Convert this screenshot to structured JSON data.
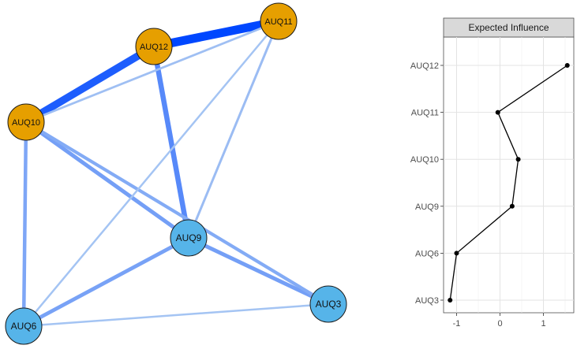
{
  "chart_data": [
    {
      "type": "network",
      "nodes": [
        {
          "id": "AUQ12",
          "label": "AUQ12",
          "group": "orange"
        },
        {
          "id": "AUQ11",
          "label": "AUQ11",
          "group": "orange"
        },
        {
          "id": "AUQ10",
          "label": "AUQ10",
          "group": "orange"
        },
        {
          "id": "AUQ9",
          "label": "AUQ9",
          "group": "blue"
        },
        {
          "id": "AUQ3",
          "label": "AUQ3",
          "group": "blue"
        },
        {
          "id": "AUQ6",
          "label": "AUQ6",
          "group": "blue"
        }
      ],
      "edges": [
        {
          "source": "AUQ12",
          "target": "AUQ11",
          "weight": 1.0
        },
        {
          "source": "AUQ12",
          "target": "AUQ10",
          "weight": 0.85
        },
        {
          "source": "AUQ12",
          "target": "AUQ9",
          "weight": 0.55
        },
        {
          "source": "AUQ10",
          "target": "AUQ9",
          "weight": 0.4
        },
        {
          "source": "AUQ9",
          "target": "AUQ3",
          "weight": 0.4
        },
        {
          "source": "AUQ9",
          "target": "AUQ6",
          "weight": 0.38
        },
        {
          "source": "AUQ10",
          "target": "AUQ6",
          "weight": 0.35
        },
        {
          "source": "AUQ10",
          "target": "AUQ3",
          "weight": 0.32
        },
        {
          "source": "AUQ11",
          "target": "AUQ9",
          "weight": 0.2
        },
        {
          "source": "AUQ11",
          "target": "AUQ6",
          "weight": 0.15
        },
        {
          "source": "AUQ10",
          "target": "AUQ11",
          "weight": 0.18
        },
        {
          "source": "AUQ6",
          "target": "AUQ3",
          "weight": 0.15
        }
      ],
      "colors": {
        "orange": "#E69F00",
        "blue": "#56B4E9",
        "edge_strong": "#0047ff",
        "edge_weak": "#aecbf2"
      }
    },
    {
      "type": "line",
      "title": "Expected Influence",
      "categories": [
        "AUQ3",
        "AUQ6",
        "AUQ9",
        "AUQ10",
        "AUQ11",
        "AUQ12"
      ],
      "values": [
        -1.15,
        -1.0,
        0.28,
        0.42,
        -0.05,
        1.55
      ],
      "xlim": [
        -1.3,
        1.7
      ],
      "xticks": [
        "-1",
        "0",
        "1"
      ],
      "grid": true
    }
  ]
}
